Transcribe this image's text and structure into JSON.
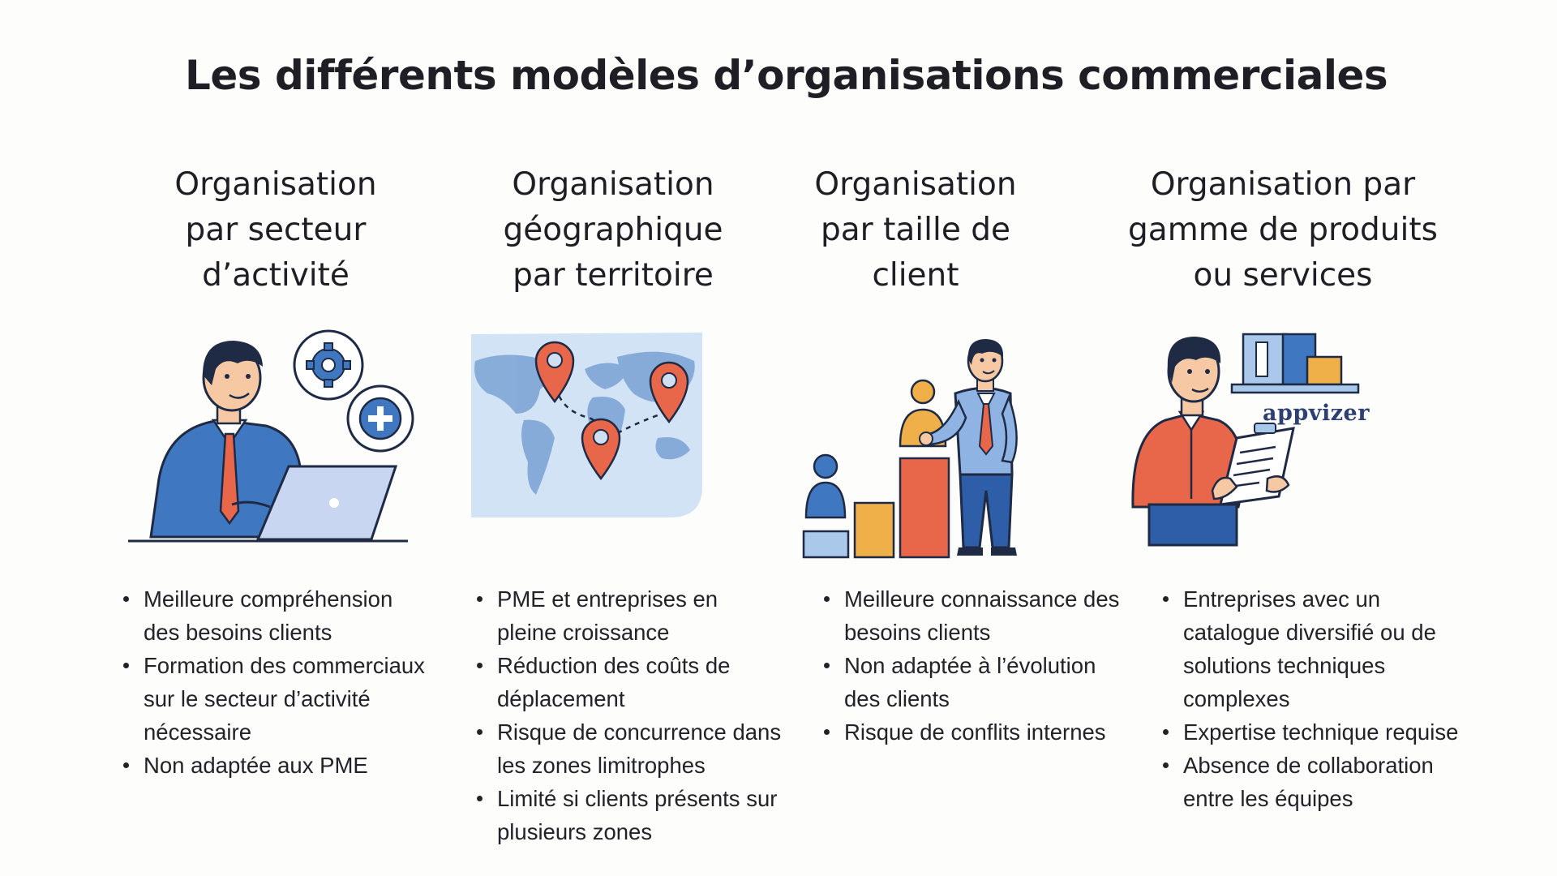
{
  "title": "Les différents modèles d’organisations commerciales",
  "columns": [
    {
      "title": "Organisation\npar secteur\nd’activité",
      "bullets": [
        "Meilleure compréhension des besoins clients",
        "Formation des commerciaux sur le secteur d’activité nécessaire",
        "Non adaptée aux PME"
      ]
    },
    {
      "title": "Organisation\ngéographique\npar territoire",
      "bullets": [
        "PME et entreprises en pleine croissance",
        "Réduction des coûts de déplacement",
        "Risque de concurrence dans les zones limitrophes",
        "Limité si clients présents sur plusieurs zones"
      ]
    },
    {
      "title": "Organisation\npar taille de\nclient",
      "bullets": [
        "Meilleure connaissance des besoins clients",
        "Non adaptée à l’évolution des clients",
        "Risque de conflits internes"
      ]
    },
    {
      "title": "Organisation par\ngamme de produits\nou services",
      "bullets": [
        "Entreprises avec un catalogue diversifié ou de solutions techniques complexes",
        "Expertise technique requise",
        "Absence de collaboration entre les équipes"
      ]
    }
  ],
  "brand": "appvizer",
  "colors": {
    "blue": "#3f78c0",
    "light_blue": "#a9c8ea",
    "orange": "#e8674a",
    "yellow": "#efb049",
    "navy": "#1f2a44"
  }
}
